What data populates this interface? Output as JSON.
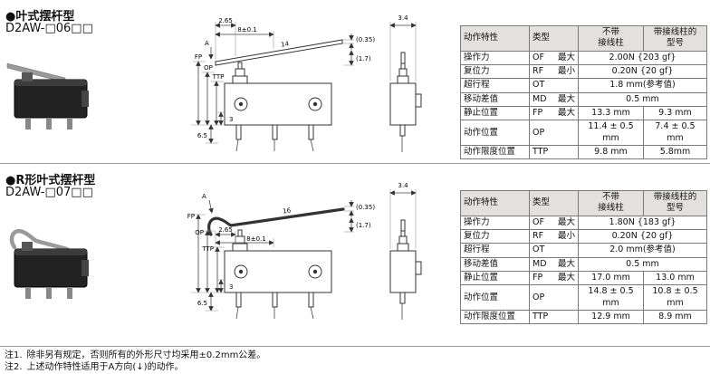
{
  "notes": [
    {
      "label": "注1.",
      "text": "除非另有规定，否则所有的外形尺寸均采用±0.2mm公差。"
    },
    {
      "label": "注2.",
      "text": "上述动作特性适用于A方向(↓)的动作。"
    }
  ],
  "sections": [
    {
      "title": "●叶式摆杆型",
      "model": "D2AW-□06□□",
      "dims": {
        "force_dir": "A",
        "tip_offset": "2.65",
        "pin_span": "8±0.1",
        "lever_length": "14",
        "lever_thickness": "(0.35)",
        "end_height": "(1.7)",
        "fp": "FP",
        "op": "OP",
        "ttp": "TTP",
        "hole_height": "3",
        "base_height": "6.5",
        "body_width": "3.4"
      },
      "table": {
        "col_headers": [
          "动作特性",
          "类型",
          "不带\n接线柱",
          "带接线柱的\n型号"
        ],
        "rows": [
          {
            "label": "操作力",
            "code": "OF",
            "qual": "最大",
            "value": "2.00N {203 gf}"
          },
          {
            "label": "复位力",
            "code": "RF",
            "qual": "最小",
            "value": "0.20N {20 gf}"
          },
          {
            "label": "超行程",
            "code": "OT",
            "qual": "",
            "value": "1.8 mm(参考值)"
          },
          {
            "label": "移动差值",
            "code": "MD",
            "qual": "最大",
            "value": "0.5 mm"
          },
          {
            "label": "静止位置",
            "code": "FP",
            "qual": "最大",
            "v1": "13.3 mm",
            "v2": "9.3 mm"
          },
          {
            "label": "动作位置",
            "code": "OP",
            "qual": "",
            "v1": "11.4 ± 0.5 mm",
            "v2": "7.4 ± 0.5 mm"
          },
          {
            "label": "动作限度位置",
            "code": "TTP",
            "qual": "",
            "v1": "9.8 mm",
            "v2": "5.8mm"
          }
        ]
      }
    },
    {
      "title": "●R形叶式摆杆型",
      "model": "D2AW-□07□□",
      "dims": {
        "force_dir": "A",
        "tip_offset": "2.65",
        "pin_span": "8±0.1",
        "lever_length": "16",
        "lever_thickness": "(0.35)",
        "end_height": "(1.7)",
        "fp": "FP",
        "op": "OP",
        "ttp": "TTP",
        "hole_height": "3",
        "base_height": "6.5",
        "body_width": "3.4"
      },
      "table": {
        "col_headers": [
          "动作特性",
          "类型",
          "不带\n接线柱",
          "带接线柱的\n型号"
        ],
        "rows": [
          {
            "label": "操作力",
            "code": "OF",
            "qual": "最大",
            "value": "1.80N {183 gf}"
          },
          {
            "label": "复位力",
            "code": "RF",
            "qual": "最小",
            "value": "0.20N {20 gf}"
          },
          {
            "label": "超行程",
            "code": "OT",
            "qual": "",
            "value": "2.0 mm(参考值)"
          },
          {
            "label": "移动差值",
            "code": "MD",
            "qual": "最大",
            "value": "0.5 mm"
          },
          {
            "label": "静止位置",
            "code": "FP",
            "qual": "最大",
            "v1": "17.0 mm",
            "v2": "13.0 mm"
          },
          {
            "label": "动作位置",
            "code": "OP",
            "qual": "",
            "v1": "14.8 ± 0.5 mm",
            "v2": "10.8 ± 0.5 mm"
          },
          {
            "label": "动作限度位置",
            "code": "TTP",
            "qual": "",
            "v1": "12.9 mm",
            "v2": "8.9 mm"
          }
        ]
      }
    }
  ]
}
